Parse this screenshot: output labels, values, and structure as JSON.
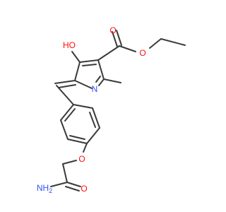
{
  "molecule": {
    "atom_colors": {
      "O": "#ff0d0d",
      "N": "#3050f8",
      "C": "#3a3a3a"
    },
    "labels": {
      "ester_carbonyl_o": "O",
      "ester_ether_o": "O",
      "hydroxyl": "HO",
      "ring_n": "N",
      "ether_o": "O",
      "amide_n": "NH",
      "amide_n_h_count": "2",
      "amide_o": "O"
    }
  }
}
